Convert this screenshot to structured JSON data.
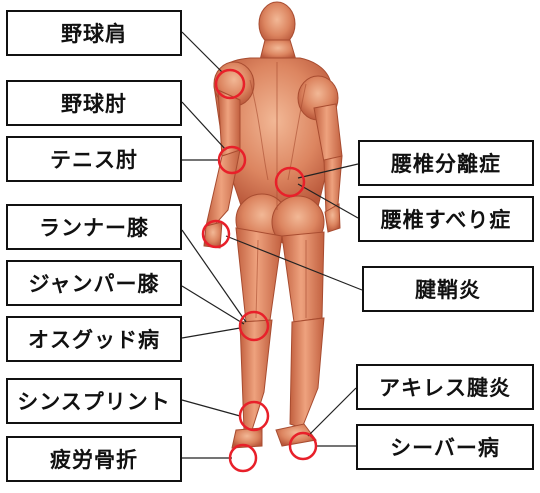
{
  "colors": {
    "circle": "#e8202a",
    "leader": "#222222",
    "muscle_dark": "#b5522e",
    "muscle_mid": "#d97a55",
    "muscle_light": "#f0b08c",
    "tendon": "#f5e6da"
  },
  "labels": {
    "baseball_shoulder": "野球肩",
    "baseball_elbow": "野球肘",
    "tennis_elbow": "テニス肘",
    "runners_knee": "ランナー膝",
    "jumpers_knee": "ジャンパー膝",
    "osgood": "オスグッド病",
    "shin_splints": "シンスプリント",
    "stress_fracture": "疲労骨折",
    "spondylolysis": "腰椎分離症",
    "spondylolisthesis": "腰椎すべり症",
    "tenosynovitis": "腱鞘炎",
    "achilles": "アキレス腱炎",
    "sever": "シーバー病"
  }
}
